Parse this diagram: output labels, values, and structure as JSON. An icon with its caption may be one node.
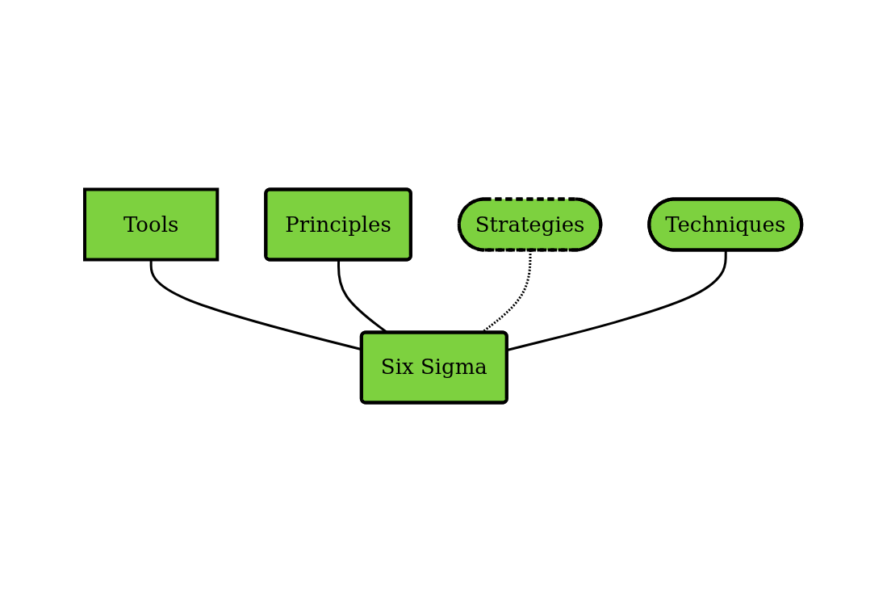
{
  "diagram": {
    "nodes": [
      {
        "text": [
          "Six Sigma"
        ]
      },
      {
        "text": [
          "Tools"
        ]
      },
      {
        "text": [
          "Principles"
        ]
      },
      {
        "text": [
          "Strategies"
        ]
      },
      {
        "text": [
          "Techniques"
        ]
      }
    ],
    "edges": [
      {
        "from": 1,
        "to": 0,
        "arrow": "none"
      },
      {
        "from": 2,
        "to": 0,
        "arrow": "none"
      },
      {
        "from": 3,
        "to": 0,
        "arrow": "none",
        "style": "dashed"
      },
      {
        "from": 4,
        "to": 0,
        "arrow": "none"
      }
    ]
  }
}
